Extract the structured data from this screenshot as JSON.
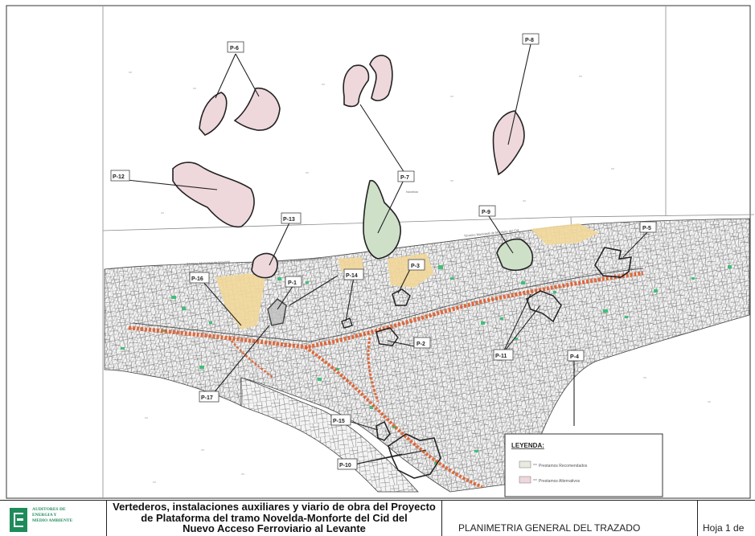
{
  "labels": {
    "p1": "P-1",
    "p2": "P-2",
    "p3": "P-3",
    "p4": "P-4",
    "p5": "P-5",
    "p6": "P-6",
    "p7": "P-7",
    "p8": "P-8",
    "p9": "P-9",
    "p10": "P-10",
    "p11": "P-11",
    "p12": "P-12",
    "p13": "P-13",
    "p14": "P-14",
    "p15": "P-15",
    "p16": "P-16",
    "p17": "P-17"
  },
  "legend": {
    "title": "LEYENDA:",
    "item1": "Prestamos Recomendados",
    "item2": "Prestamos Alternativos"
  },
  "colors": {
    "recommended_fill": "#cfe0c9",
    "alternative_fill": "#eed8dc",
    "route": "#e0531f",
    "vegetation": "#3fbf7a",
    "crop_yellow": "#f2d79a",
    "logo_green": "#1e8b5b"
  },
  "title_block": {
    "logo_text": "AUDITORES DE\nENERGIA Y\nMEDIO AMBIENTE",
    "project_line1": "Vertederos, instalaciones auxiliares y viario de obra del Proyecto",
    "project_line2": "de Plataforma del tramo Novelda-Monforte del Cid del",
    "project_line3": "Nuevo Acceso Ferroviario al Levante",
    "plan_title": "PLANIMETRIA GENERAL DEL TRAZADO",
    "sheet": "Hoja 1 de"
  }
}
